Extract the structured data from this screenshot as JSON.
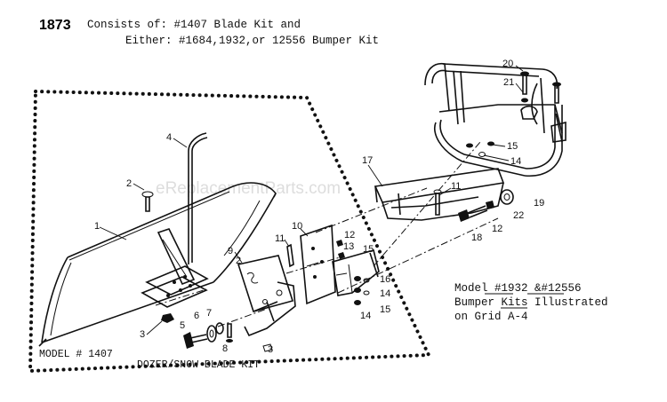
{
  "header": {
    "number": "1873",
    "line1": "Consists of: #1407 Blade Kit and",
    "line2": "Either: #1684,1932,or 12556 Bumper Kit"
  },
  "watermark": "eReplacementParts.com",
  "blade_kit_label": {
    "model": "MODEL # 1407",
    "title": "DOZER/SNOW BLADE KIT"
  },
  "bumper_note": {
    "line1": "Model #1932 &#12556",
    "line2": "Bumper Kits Illustrated",
    "line3": "on Grid A-4"
  },
  "callouts": {
    "c1": "1",
    "c2a": "2",
    "c2b": "2",
    "c3a": "3",
    "c3b": "3",
    "c4": "4",
    "c5": "5",
    "c6": "6",
    "c7": "7",
    "c8": "8",
    "c9": "9",
    "c10": "10",
    "c11a": "11",
    "c11b": "11",
    "c12a": "12",
    "c12b": "12",
    "c13": "13",
    "c14a": "14",
    "c14b": "14",
    "c14c": "14",
    "c15a": "15",
    "c15b": "15",
    "c15c": "15",
    "c16": "16",
    "c17": "17",
    "c18": "18",
    "c19": "19",
    "c20": "20",
    "c21": "21",
    "c22": "22"
  }
}
